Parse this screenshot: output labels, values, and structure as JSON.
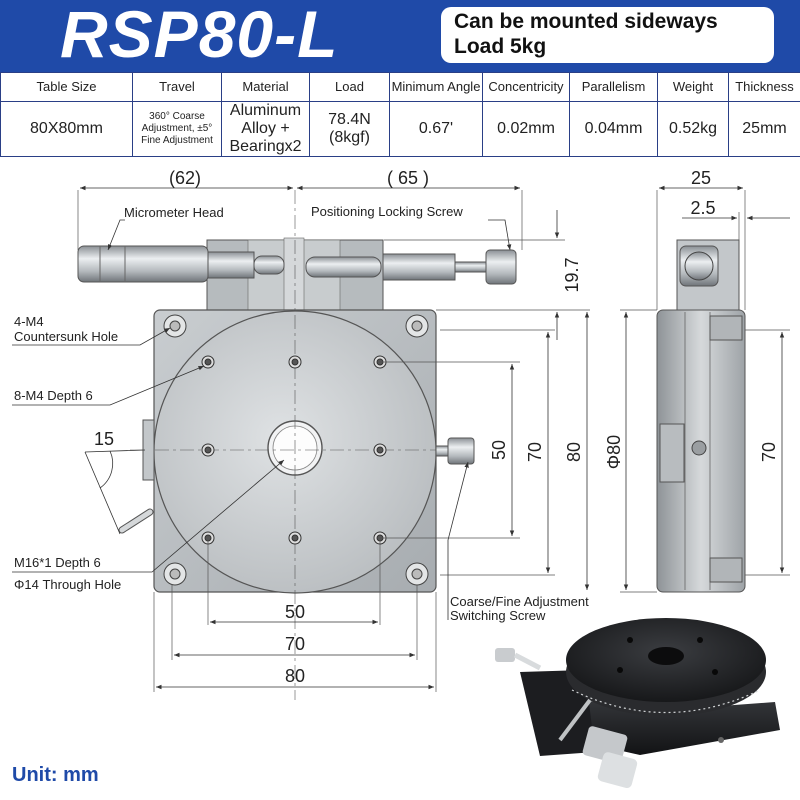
{
  "header": {
    "title": "RSP80-L",
    "notes": [
      "Can be mounted sideways",
      "Load 5kg"
    ],
    "accent_color": "#1f4aa8"
  },
  "specs": {
    "headers": [
      "Table Size",
      "Travel",
      "Material",
      "Load",
      "Minimum Angle",
      "Concentricity",
      "Parallelism",
      "Weight",
      "Thickness"
    ],
    "values": [
      "80X80mm",
      "360° Coarse Adjustment, ±5° Fine Adjustment",
      "Aluminum Alloy + Bearingx2",
      "78.4N (8kgf)",
      "0.67'",
      "0.02mm",
      "0.04mm",
      "0.52kg",
      "25mm"
    ]
  },
  "front_view": {
    "dim_top_left": "(62)",
    "dim_top_right": "( 65 )",
    "dim_height_top": "19.7",
    "dim_v_50": "50",
    "dim_v_70": "70",
    "dim_v_80": "80",
    "dim_h_50": "50",
    "dim_h_70": "70",
    "dim_h_80": "80",
    "dim_angle": "15",
    "callouts": {
      "micrometer_head": "Micrometer Head",
      "locking_screw": "Positioning Locking Screw",
      "countersunk": "4-M4 Countersunk Hole",
      "m4_depth": "8-M4 Depth 6",
      "m16_depth": "M16*1 Depth 6",
      "through_hole": "Φ14 Through Hole",
      "switching_screw": "Coarse/Fine Adjustment Switching Screw"
    }
  },
  "side_view": {
    "dim_width": "25",
    "dim_offset": "2.5",
    "dim_diameter": "Φ80",
    "dim_height": "70"
  },
  "footer": {
    "unit": "Unit: mm"
  }
}
